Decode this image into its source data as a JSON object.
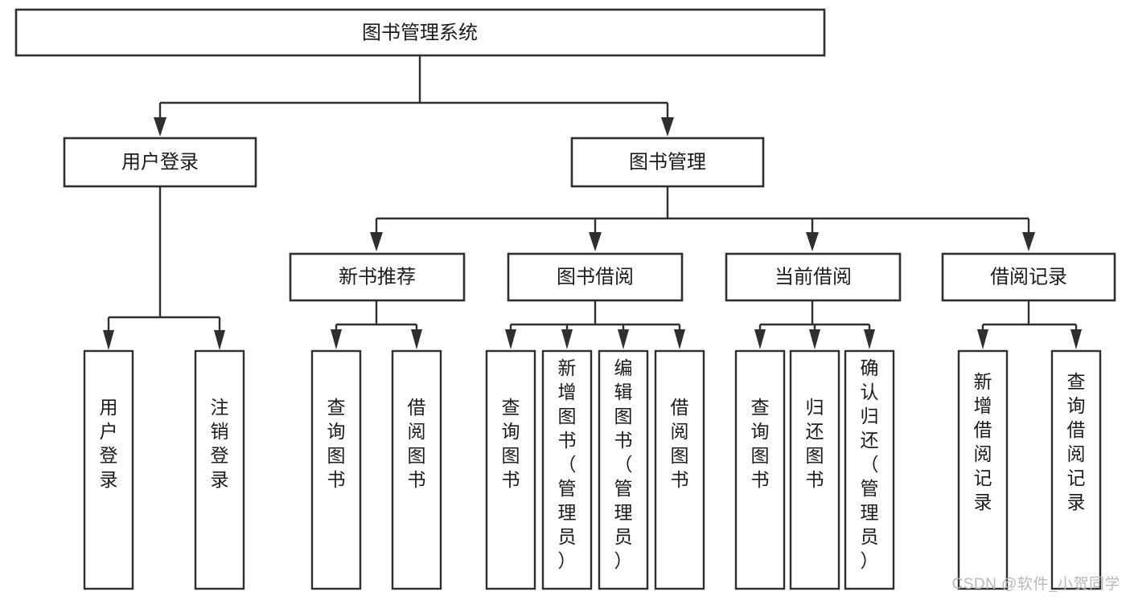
{
  "diagram": {
    "type": "tree",
    "title": "图书管理系统",
    "orientation": "top-down",
    "root": {
      "id": "root",
      "label": "图书管理系统"
    },
    "level2": [
      {
        "id": "user-login",
        "label": "用户登录"
      },
      {
        "id": "book-manage",
        "label": "图书管理"
      }
    ],
    "level3": [
      {
        "id": "new-book-recommend",
        "label": "新书推荐",
        "parent": "book-manage"
      },
      {
        "id": "book-borrow",
        "label": "图书借阅",
        "parent": "book-manage"
      },
      {
        "id": "current-borrow",
        "label": "当前借阅",
        "parent": "book-manage"
      },
      {
        "id": "borrow-record",
        "label": "借阅记录",
        "parent": "book-manage"
      }
    ],
    "leaves": [
      {
        "id": "leaf-user-login",
        "label": "用户登录",
        "parent": "user-login"
      },
      {
        "id": "leaf-logout-login",
        "label": "注销登录",
        "parent": "user-login"
      },
      {
        "id": "leaf-query-book-1",
        "label": "查询图书",
        "parent": "new-book-recommend"
      },
      {
        "id": "leaf-borrow-book-1",
        "label": "借阅图书",
        "parent": "new-book-recommend"
      },
      {
        "id": "leaf-query-book-2",
        "label": "查询图书",
        "parent": "book-borrow"
      },
      {
        "id": "leaf-add-book",
        "label": "新增图书（管理员）",
        "parent": "book-borrow"
      },
      {
        "id": "leaf-edit-book",
        "label": "编辑图书（管理员）",
        "parent": "book-borrow"
      },
      {
        "id": "leaf-borrow-book-2",
        "label": "借阅图书",
        "parent": "book-borrow"
      },
      {
        "id": "leaf-query-book-3",
        "label": "查询图书",
        "parent": "current-borrow"
      },
      {
        "id": "leaf-return-book",
        "label": "归还图书",
        "parent": "current-borrow"
      },
      {
        "id": "leaf-confirm-return",
        "label": "确认归还（管理员）",
        "parent": "current-borrow"
      },
      {
        "id": "leaf-add-record",
        "label": "新增借阅记录",
        "parent": "borrow-record"
      },
      {
        "id": "leaf-query-record",
        "label": "查询借阅记录",
        "parent": "borrow-record"
      }
    ],
    "colors": {
      "stroke": "#2f2f2f",
      "fill": "#ffffff",
      "text": "#1b1b1b",
      "watermark": "#b9b9b9"
    }
  },
  "watermark": {
    "text": "CSDN @软件_小贺同学"
  }
}
